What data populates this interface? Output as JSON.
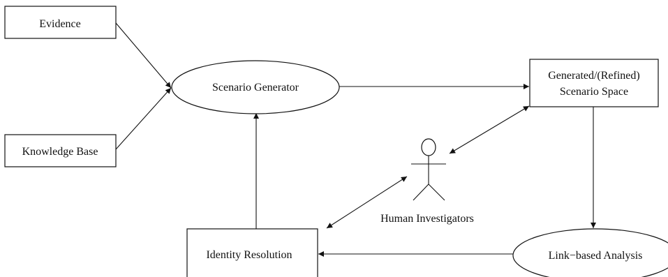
{
  "nodes": {
    "evidence": "Evidence",
    "knowledge_base": "Knowledge Base",
    "scenario_generator": "Scenario Generator",
    "scenario_space_line1": "Generated/(Refined)",
    "scenario_space_line2": "Scenario Space",
    "human_investigators": "Human Investigators",
    "identity_resolution": "Identity Resolution",
    "link_analysis": "Link−based Analysis"
  },
  "colors": {
    "stroke": "#111111",
    "background": "#ffffff"
  }
}
